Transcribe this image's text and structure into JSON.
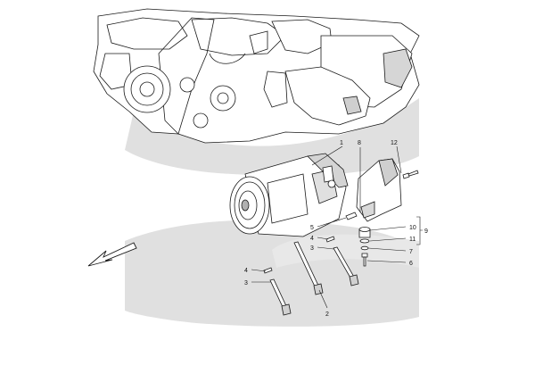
{
  "diagram": {
    "callouts": {
      "c1": "1",
      "c2": "2",
      "c3a": "3",
      "c3b": "3",
      "c4a": "4",
      "c4b": "4",
      "c5": "5",
      "c6": "6",
      "c7": "7",
      "c8": "8",
      "c9": "9",
      "c10": "10",
      "c11": "11",
      "c12": "12"
    },
    "colors": {
      "watermark": "#dedede",
      "line": "#1a1a1a",
      "shade": "#b8b8b8",
      "background": "#ffffff"
    },
    "icons": {
      "direction": "direction-arrow-icon"
    }
  }
}
